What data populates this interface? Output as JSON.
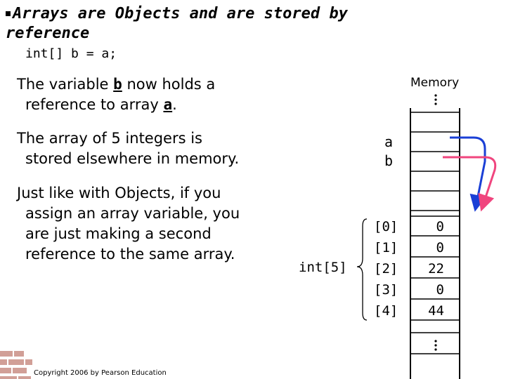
{
  "slide": {
    "title_line1": "Arrays are Objects and are stored by",
    "title_line2": "reference",
    "code": "int[] b = a;",
    "para1": {
      "line1_prefix": "The variable ",
      "line1_var": "b",
      "line1_suffix": " now holds a",
      "line2_prefix": "reference to array ",
      "line2_var": "a",
      "line2_suffix": "."
    },
    "para2": {
      "line1": "The array of 5 integers is",
      "line2": "stored elsewhere in memory."
    },
    "para3": {
      "line1": "Just like with Objects, if you",
      "line2": "assign an array variable, you",
      "line3": "are just making a second",
      "line4": "reference to the same array."
    },
    "copyright": "Copyright 2006 by Pearson Education"
  },
  "memory": {
    "label": "Memory",
    "var_a": "a",
    "var_b": "b",
    "array_type": "int[5]",
    "indices": [
      "[0]",
      "[1]",
      "[2]",
      "[3]",
      "[4]"
    ],
    "values": [
      "0",
      "0",
      "22",
      "0",
      "44"
    ],
    "arrow_a_color": "#1a3fd6",
    "arrow_b_color": "#f0457e"
  }
}
